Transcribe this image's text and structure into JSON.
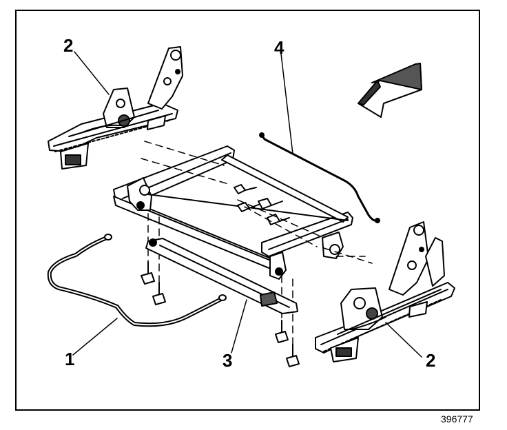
{
  "callouts": {
    "c1": "1",
    "c2a": "2",
    "c2b": "2",
    "c3": "3",
    "c4": "4"
  },
  "figure_id": "396777",
  "colors": {
    "ink": "#000000",
    "paper": "#ffffff",
    "shade": "#555555"
  }
}
